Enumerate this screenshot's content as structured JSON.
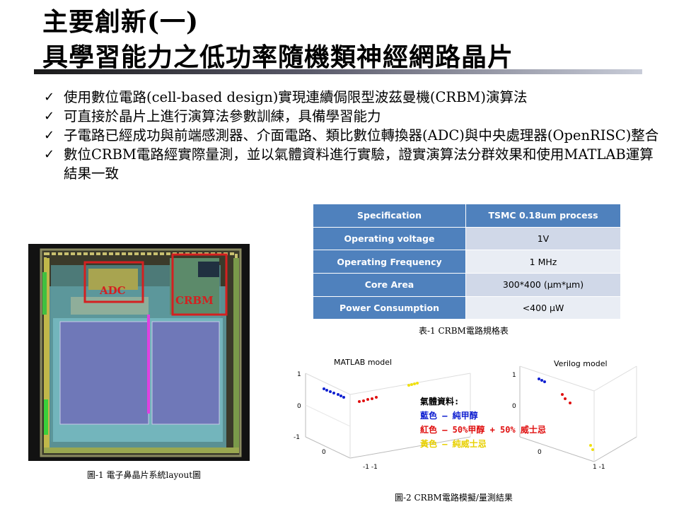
{
  "title": {
    "line1": "主要創新(一)",
    "line2": "具學習能力之低功率隨機類神經網路晶片"
  },
  "bullets": [
    {
      "check": "✓",
      "text": "使用數位電路(cell-based design)實現連續侷限型波茲曼機(CRBM)演算法"
    },
    {
      "check": "✓",
      "text": "可直接於晶片上進行演算法參數訓練，具備學習能力"
    },
    {
      "check": "✓",
      "text": "子電路已經成功與前端感測器、介面電路、類比數位轉換器(ADC)與中央處理器(OpenRISC)整合"
    },
    {
      "check": "✓",
      "text": "數位CRBM電路經實際量測，並以氣體資料進行實驗，證實演算法分群效果和使用MATLAB運算結果一致"
    }
  ],
  "spec_table": {
    "headers": [
      "Specification",
      "TSMC 0.18um process"
    ],
    "rows": [
      [
        "Operating voltage",
        "1V"
      ],
      [
        "Operating Frequency",
        "1 MHz"
      ],
      [
        "Core Area",
        "300*400 (μm*μm)"
      ],
      [
        "Power Consumption",
        "<400 μW"
      ]
    ],
    "caption": "表-1  CRBM電路規格表"
  },
  "chip_figure": {
    "labels": {
      "adc": "ADC",
      "crbm": "CRBM"
    },
    "caption": "圖-1 電子鼻晶片系統layout圖"
  },
  "plots": {
    "matlab_title": "MATLAB model",
    "verilog_title": "Verilog model",
    "legend_title": "氣體資料:",
    "legend_items": [
      {
        "text": "藍色 – 純甲醇",
        "color": "#1020d0"
      },
      {
        "text": "紅色 – 50%甲醇 + 50% 威士忌",
        "color": "#e01010"
      },
      {
        "text": "黃色 – 純威士忌",
        "color": "#f0e010"
      }
    ],
    "caption": "圖-2  CRBM電路模擬/量測結果"
  },
  "colors": {
    "header_blue": "#4f81bd",
    "row_light": "#d0d8e8",
    "row_lighter": "#e9edf4",
    "box_red": "#d42020"
  }
}
